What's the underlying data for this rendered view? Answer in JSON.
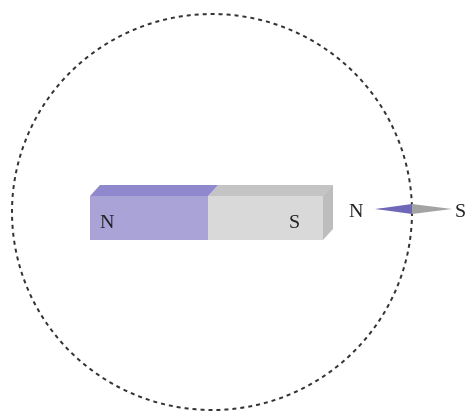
{
  "bar_magnet": {
    "north_label": "N",
    "south_label": "S",
    "north_color": "#a9a3d8",
    "north_top_color": "#8f88cc",
    "south_color": "#d9d9d9",
    "south_top_color": "#c4c4c4",
    "side_color": "#bdbdbd"
  },
  "compass": {
    "north_label": "N",
    "south_label": "S",
    "needle_north_color": "#6f68b8",
    "needle_south_color": "#a3a3a3"
  },
  "field_boundary": {
    "style": "dashed",
    "color": "#333333"
  }
}
